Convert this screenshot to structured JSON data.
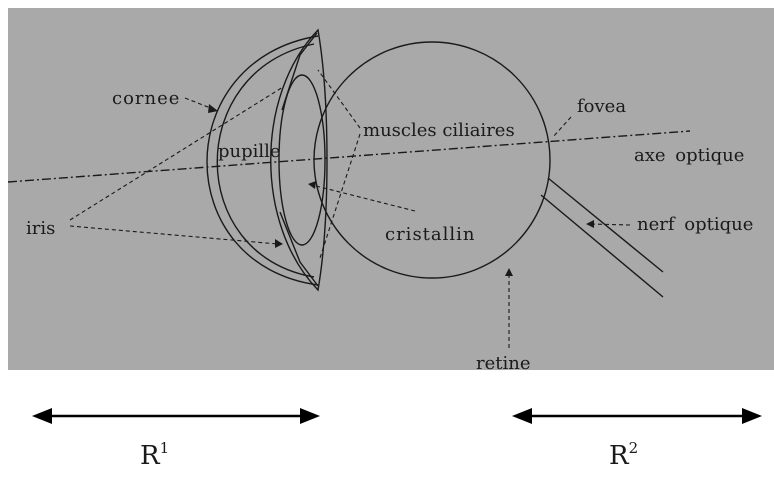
{
  "diagram": {
    "background_color": "#a9a9a9",
    "line_color": "#1a1a1a",
    "labels": {
      "cornee": "cornee",
      "pupille": "pupille",
      "iris": "iris",
      "muscles_ciliaires": "muscles ciliaires",
      "cristallin": "cristallin",
      "fovea": "fovea",
      "axe_optique": "axe optique",
      "nerf_optique": "nerf optique",
      "retine": "retine"
    }
  },
  "arrows": {
    "left": {
      "base": "R",
      "sup": "1"
    },
    "right": {
      "base": "R",
      "sup": "2"
    }
  }
}
